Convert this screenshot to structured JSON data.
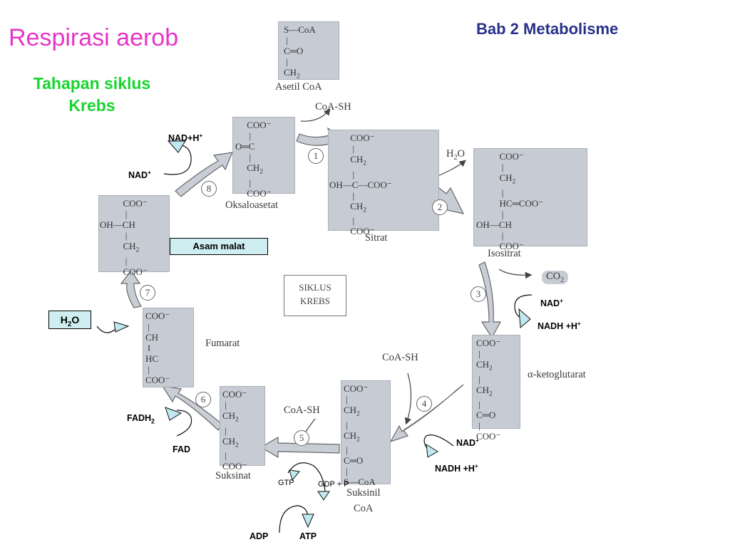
{
  "title": "Respirasi aerob",
  "chapter": "Bab 2 Metabolisme",
  "subtitle_line1": "Tahapan siklus",
  "subtitle_line2": "Krebs",
  "center_label_line1": "SIKLUS",
  "center_label_line2": "KREBS",
  "molecules": {
    "asetil_coa": "Asetil CoA",
    "sitrat": "Sitrat",
    "isositrat": "Isositrat",
    "ketoglutarat": "α-ketoglutarat",
    "suksinil_coa_line1": "Suksinil",
    "suksinil_coa_line2": "CoA",
    "suksinat": "Suksinat",
    "fumarat": "Fumarat",
    "oksaloasetat": "Oksaloasetat"
  },
  "byproducts": {
    "coash_top": "CoA-SH",
    "h2o": "H",
    "h2o_o": "O",
    "co2": "CO",
    "coash_right": "CoA-SH",
    "coash_left": "CoA-SH"
  },
  "steps": [
    "1",
    "2",
    "3",
    "4",
    "5",
    "6",
    "7",
    "8"
  ],
  "annotations": {
    "nadh_top": "NAD+H",
    "nad_top": "NAD",
    "asam_malat": "Asam malat",
    "h2o_box": "H",
    "h2o_box_o": "O",
    "nad_3": "NAD",
    "nadh_3": "NADH +H",
    "nad_4": "NAD",
    "nadh_4": "NADH +H",
    "fadh2": "FADH",
    "fad": "FAD",
    "gtp": "GTP",
    "gdp": "GDP + P",
    "adp": "ADP",
    "atp": "ATP"
  },
  "colors": {
    "title": "#e535c8",
    "chapter": "#28308a",
    "subtitle": "#19d42f",
    "box": "#c7ccd4",
    "arrow": "#c9ced6",
    "tag_fill": "#cfeef2"
  }
}
